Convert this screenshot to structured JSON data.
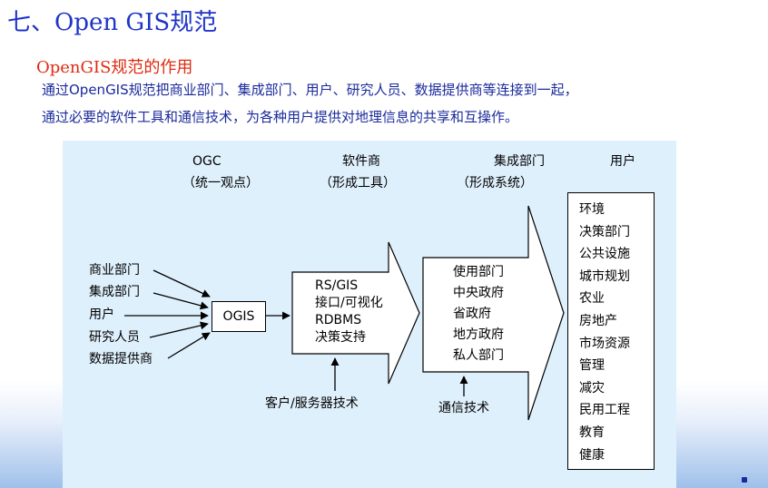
{
  "header": {
    "title": "七、Open GIS规范",
    "subtitle": "OpenGIS规范的作用",
    "paragraph_line1": "通过OpenGIS规范把商业部门、集成部门、用户、研究人员、数据提供商等连接到一起，",
    "paragraph_line2": "通过必要的软件工具和通信技术，为各种用户提供对地理信息的共享和互操作。"
  },
  "diagram": {
    "columns": {
      "ogc": "OGC",
      "ogc_sub": "（统一观点）",
      "vendor": "软件商",
      "vendor_sub": "（形成工具）",
      "integration": "集成部门",
      "integration_sub": "（形成系统）",
      "users": "用户"
    },
    "sources": [
      "商业部门",
      "集成部门",
      "用户",
      "研究人员",
      "数据提供商"
    ],
    "ogis": "OGIS",
    "vendor_items": [
      "RS/GIS",
      "接口/可视化",
      "RDBMS",
      "决策支持"
    ],
    "client_server": "客户/服务器技术",
    "integration_items": [
      "使用部门",
      "中央政府",
      "省政府",
      "地方政府",
      "私人部门"
    ],
    "communication": "通信技术",
    "user_items": [
      "环境",
      "决策部门",
      "公共设施",
      "城市规划",
      "农业",
      "房地产",
      "市场资源",
      "管理",
      "减灾",
      "民用工程",
      "教育",
      "健康"
    ]
  }
}
